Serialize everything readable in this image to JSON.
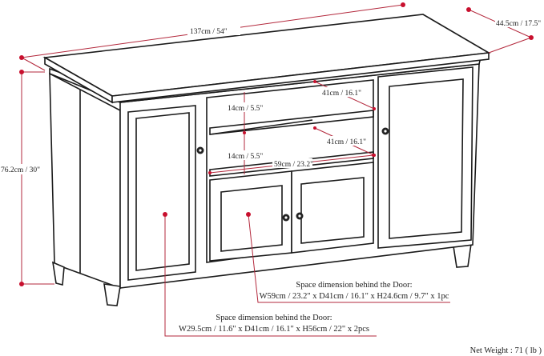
{
  "dimensions": {
    "width": "137cm / 54\"",
    "depth": "44.5cm / 17.5\"",
    "height": "76.2cm / 30\"",
    "shelf_depth_upper": "41cm / 16.1\"",
    "shelf_depth_lower": "41cm / 16.1\"",
    "shelf_height_upper": "14cm / 5.5\"",
    "shelf_height_lower": "14cm / 5.5\"",
    "shelf_width": "59cm / 23.2\""
  },
  "notes": {
    "center_door": {
      "title": "Space dimension behind the Door:",
      "spec": "W59cm / 23.2\" x D41cm / 16.1\" x H24.6cm / 9.7\" x 1pc"
    },
    "side_doors": {
      "title": "Space dimension behind the Door:",
      "spec": "W29.5cm / 11.6\" x D41cm / 16.1\" x H56cm / 22\" x 2pcs"
    }
  },
  "net_weight": "Net Weight : 71 ( lb )",
  "colors": {
    "dimension": "#b3283c",
    "outline": "#1a1a1a"
  }
}
